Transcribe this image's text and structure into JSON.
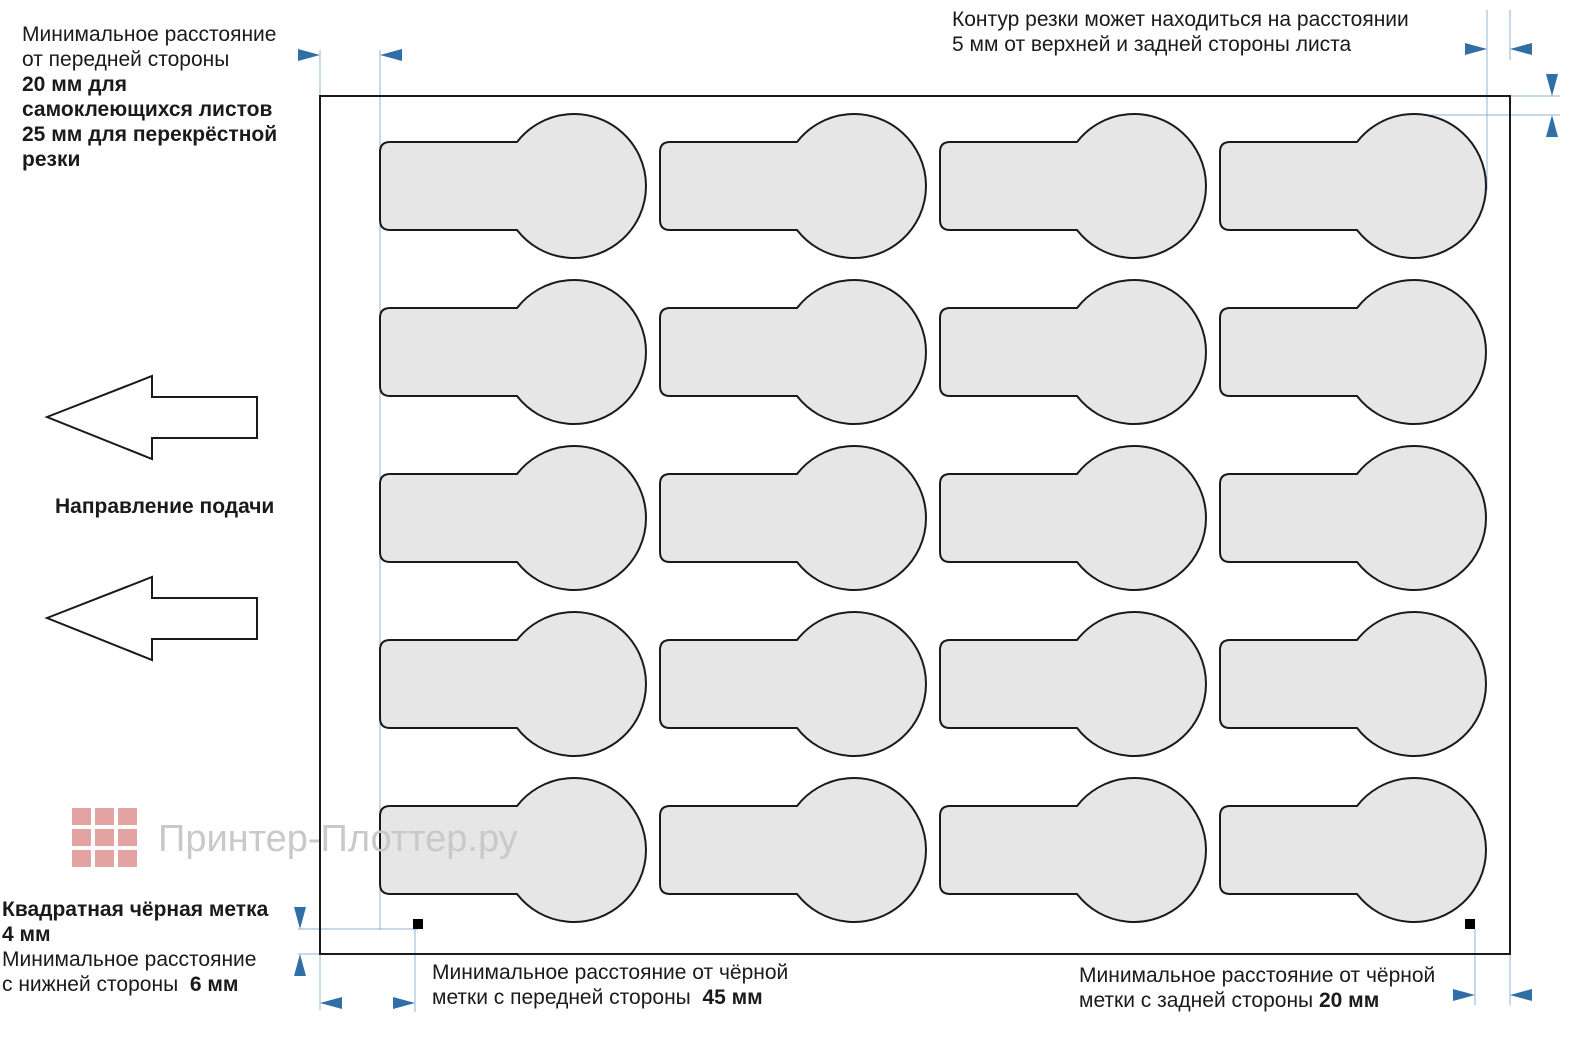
{
  "annotations": {
    "front_margin": {
      "line1": "Минимальное расстояние",
      "line2": "от передней стороны",
      "line3": "20 мм для",
      "line4": "самоклеющихся листов",
      "line5": "25 мм для перекрёстной",
      "line6": "резки"
    },
    "top_rear_margin": {
      "line1": "Контур резки может находиться на расстоянии",
      "line2": "5 мм от верхней и задней стороны листа"
    },
    "feed_direction": "Направление подачи",
    "black_mark": {
      "line1": "Квадратная чёрная метка",
      "line2": "4 мм"
    },
    "bottom_margin": {
      "line1": "Минимальное расстояние",
      "line2_prefix": "с нижней стороны",
      "line2_value": "6 мм"
    },
    "mark_front": {
      "line1": "Минимальное расстояние от чёрной",
      "line2_prefix": "метки с передней стороны",
      "line2_value": "45 мм"
    },
    "mark_rear": {
      "line1": "Минимальное расстояние от чёрной",
      "line2_prefix": "метки с задней стороны",
      "line2_value": "20 мм"
    }
  },
  "label_grid": {
    "rows": 5,
    "columns": 4,
    "shape": "tag-with-round-head"
  },
  "watermark": {
    "text": "Принтер-Плоттер.ру"
  },
  "colors": {
    "label_fill": "#e6e6e6",
    "outline": "#1a1a1a",
    "dimension_blue": "#2f6fa6",
    "guide_line": "#8fb3d4",
    "watermark_grid": "#e3a3a3",
    "watermark_text": "#c9c9c9"
  }
}
